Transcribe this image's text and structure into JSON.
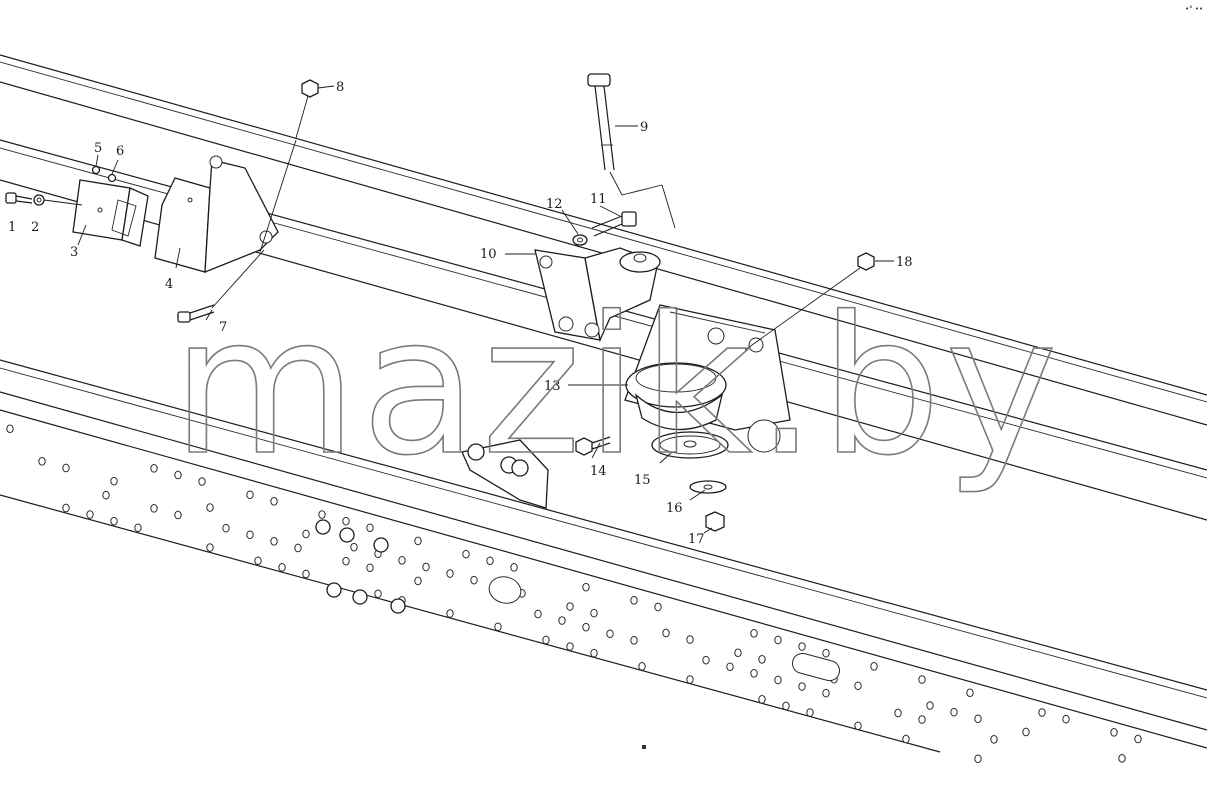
{
  "watermark": "mazik.by",
  "corner_mark": "•° ••",
  "callouts": [
    {
      "id": "1",
      "label": "1"
    },
    {
      "id": "2",
      "label": "2"
    },
    {
      "id": "3",
      "label": "3"
    },
    {
      "id": "4",
      "label": "4"
    },
    {
      "id": "5",
      "label": "5"
    },
    {
      "id": "6",
      "label": "6"
    },
    {
      "id": "7",
      "label": "7"
    },
    {
      "id": "8",
      "label": "8"
    },
    {
      "id": "9",
      "label": "9"
    },
    {
      "id": "10",
      "label": "10"
    },
    {
      "id": "11",
      "label": "11"
    },
    {
      "id": "12",
      "label": "12"
    },
    {
      "id": "13",
      "label": "13"
    },
    {
      "id": "14",
      "label": "14"
    },
    {
      "id": "15",
      "label": "15"
    },
    {
      "id": "16",
      "label": "16"
    },
    {
      "id": "17",
      "label": "17"
    },
    {
      "id": "18",
      "label": "18"
    }
  ]
}
